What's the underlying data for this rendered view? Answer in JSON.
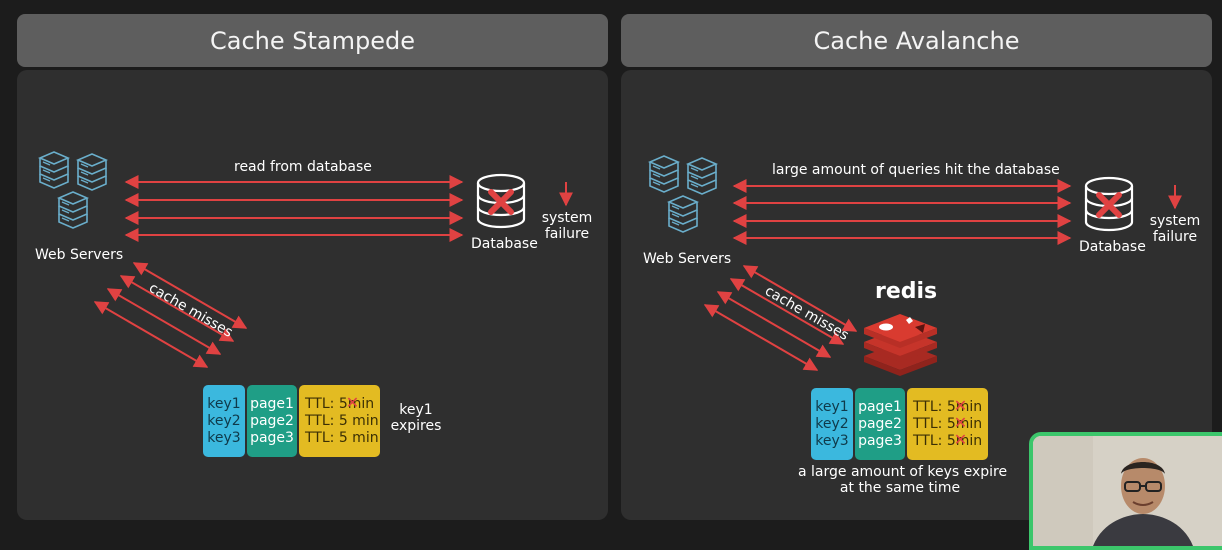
{
  "colors": {
    "header_bg": "#5e5e5e",
    "panel_bg": "#2f2f2f",
    "arrow": "#e04242",
    "server_icon": "#6aaecb",
    "key_box": "#3bb8de",
    "page_box": "#1f9e86",
    "ttl_box": "#e3bb22",
    "redis_red": "#d93b30",
    "webcam_border": "#3cc66b"
  },
  "left": {
    "title": "Cache Stampede",
    "web_servers_label": "Web Servers",
    "read_label": "read from database",
    "database_label": "Database",
    "system_failure_line1": "system",
    "system_failure_line2": "failure",
    "cache_misses_label": "cache misses",
    "keys": [
      "key1",
      "key2",
      "key3"
    ],
    "pages": [
      "page1",
      "page2",
      "page3"
    ],
    "ttl": [
      {
        "prefix": "TTL: 5 ",
        "crossed": "m",
        "suffix": "in"
      },
      {
        "prefix": "TTL: 5 min",
        "crossed": "",
        "suffix": ""
      },
      {
        "prefix": "TTL: 5 min",
        "crossed": "",
        "suffix": ""
      }
    ],
    "expires_line1": "key1",
    "expires_line2": "expires"
  },
  "right": {
    "title": "Cache Avalanche",
    "web_servers_label": "Web Servers",
    "queries_label": "large amount of queries hit the database",
    "database_label": "Database",
    "system_failure_line1": "system",
    "system_failure_line2": "failure",
    "cache_misses_label": "cache misses",
    "redis_label": "redis",
    "keys": [
      "key1",
      "key2",
      "key3"
    ],
    "pages": [
      "page1",
      "page2",
      "page3"
    ],
    "ttl": [
      {
        "prefix": "TTL: 5 ",
        "crossed": "m",
        "suffix": "in"
      },
      {
        "prefix": "TTL: 5 ",
        "crossed": "m",
        "suffix": "in"
      },
      {
        "prefix": "TTL: 5 ",
        "crossed": "m",
        "suffix": "in"
      }
    ],
    "expire_line1": "a large amount of keys expire",
    "expire_line2": "at the same time"
  }
}
